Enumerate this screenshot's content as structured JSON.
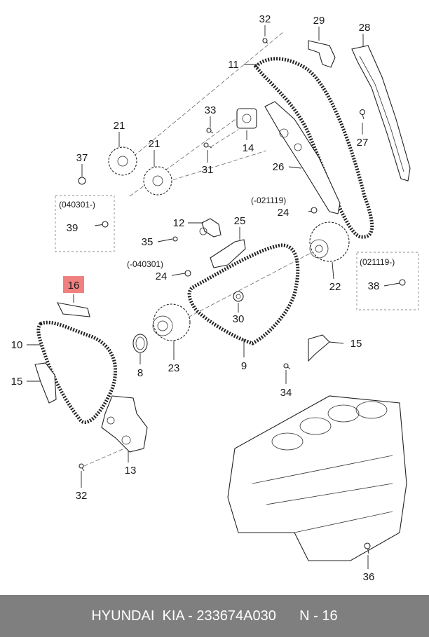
{
  "callouts": {
    "c32a": "32",
    "c29": "29",
    "c28": "28",
    "c11": "11",
    "c33": "33",
    "c21a": "21",
    "c21b": "21",
    "c14": "14",
    "c27": "27",
    "c37": "37",
    "c31": "31",
    "c26": "26",
    "c24a": "24",
    "c39": "39",
    "c12": "12",
    "c25": "25",
    "c35": "35",
    "c24b": "24",
    "c22": "22",
    "c38": "38",
    "c16": "16",
    "c30": "30",
    "c10": "10",
    "c15a": "15",
    "c15b": "15",
    "c8": "8",
    "c23": "23",
    "c9": "9",
    "c34": "34",
    "c13": "13",
    "c32b": "32",
    "c36": "36"
  },
  "notes": {
    "box_left": "(040301-)",
    "box_right": "(021119-)",
    "note_021119": "(-021119)",
    "note_040301": "(-040301)"
  },
  "highlight_color": "#f08080",
  "footer": {
    "text": "HYUNDAI  KIA - 233674A030      N - 16"
  }
}
